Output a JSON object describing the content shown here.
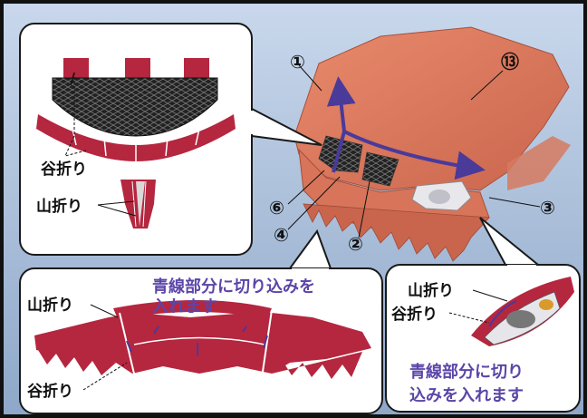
{
  "callouts": {
    "top_left_valley": "谷折り",
    "top_left_mountain": "山折り",
    "bottom_left_note_line1": "青線部分に切り込みを",
    "bottom_left_note_line2": "入れます",
    "bottom_left_mountain": "山折り",
    "bottom_left_valley": "谷折り",
    "bottom_right_mountain": "山折り",
    "bottom_right_valley": "谷折り",
    "bottom_right_note_line1": "青線部分に切り",
    "bottom_right_note_line2": "込みを入れます"
  },
  "part_numbers": {
    "p1": "①",
    "p13": "⑬",
    "p3": "③",
    "p6": "⑥",
    "p4": "④",
    "p2": "②"
  },
  "colors": {
    "part_red": "#b5263f",
    "cut_line_blue": "#4a3a9a",
    "note_text": "#5b45a8",
    "panel_border": "#1a1a1a"
  }
}
